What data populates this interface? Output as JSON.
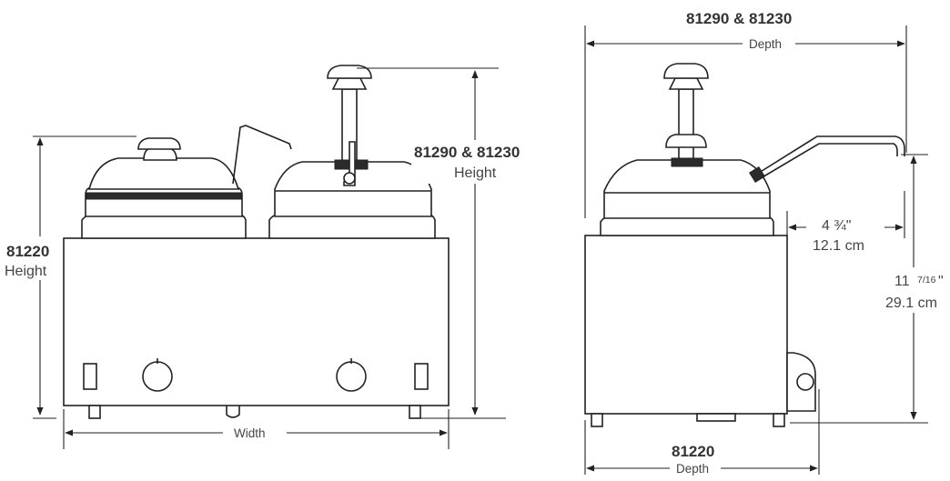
{
  "labels": {
    "left_height_model": "81220",
    "left_height_word": "Height",
    "mid_height_model": "81290 & 81230",
    "mid_height_word": "Height",
    "width_word": "Width",
    "right_depth_top_model": "81290 & 81230",
    "right_depth_top_word": "Depth",
    "right_depth_bottom_model": "81220",
    "right_depth_bottom_word": "Depth",
    "spout_inches": "4  ¾\"",
    "spout_cm": "12.1  cm",
    "height_inches_whole": "11",
    "height_inches_frac": "7/16",
    "height_inches_mark": "\"",
    "height_cm": "29.1  cm"
  }
}
